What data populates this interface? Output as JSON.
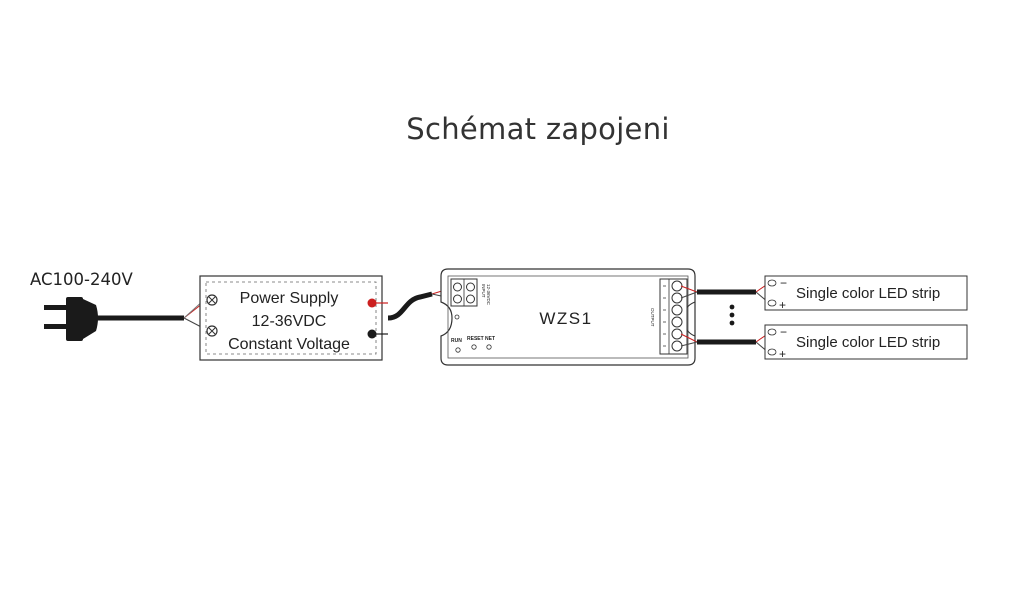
{
  "title": "Schémat zapojeni",
  "ac_input": {
    "label": "AC100-240V"
  },
  "power_supply": {
    "line1": "Power Supply",
    "line2": "12-36VDC",
    "line3": "Constant Voltage"
  },
  "controller": {
    "name": "WZS1",
    "input_label": "INPUT",
    "input_range": "12-36VDC",
    "output_label": "OUTPUT",
    "run_label": "RUN",
    "reset_label": "RESET NET"
  },
  "led_strips": [
    {
      "label": "Single color LED strip",
      "minus": "−",
      "plus": "+"
    },
    {
      "label": "Single color LED strip",
      "minus": "−",
      "plus": "+"
    }
  ],
  "colors": {
    "line": "#333333",
    "positive_wire": "#cc1f1f",
    "cable": "#1a1a1a"
  }
}
